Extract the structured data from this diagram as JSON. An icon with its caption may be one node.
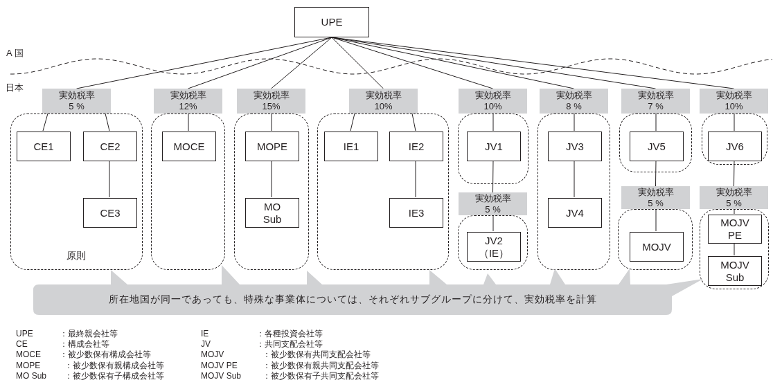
{
  "diagram": {
    "nodes": [
      {
        "text": [
          "UPE"
        ]
      },
      {
        "text": [
          "実効税率 5 %"
        ]
      },
      {
        "text": [
          "原則"
        ]
      },
      {
        "text": [
          "CE1"
        ],
        "in": 2
      },
      {
        "text": [
          "CE2"
        ],
        "in": 2
      },
      {
        "text": [
          "CE3"
        ],
        "in": 2
      },
      {
        "text": [
          "実効税率 12%"
        ]
      },
      {
        "text": [],
        "shape": "box"
      },
      {
        "text": [
          "MOCE"
        ],
        "in": 7
      },
      {
        "text": [
          "実効税率 15%"
        ]
      },
      {
        "text": [],
        "shape": "box"
      },
      {
        "text": [
          "MOPE"
        ],
        "in": 10
      },
      {
        "text": [
          "MO Sub"
        ],
        "in": 10
      },
      {
        "text": [
          "実効税率 10%"
        ]
      },
      {
        "text": [],
        "shape": "box"
      },
      {
        "text": [
          "IE1"
        ],
        "in": 14
      },
      {
        "text": [
          "IE2"
        ],
        "in": 14
      },
      {
        "text": [
          "IE3"
        ],
        "in": 14
      },
      {
        "text": [
          "実効税率 10%"
        ]
      },
      {
        "text": [],
        "shape": "box"
      },
      {
        "text": [
          "JV1"
        ],
        "in": 19
      },
      {
        "text": [
          "実効税率 5 %"
        ]
      },
      {
        "text": [],
        "shape": "box"
      },
      {
        "text": [
          "JV2 （IE）"
        ],
        "in": 22
      },
      {
        "text": [
          "実効税率 8 %"
        ]
      },
      {
        "text": [],
        "shape": "box"
      },
      {
        "text": [
          "JV3"
        ],
        "in": 25
      },
      {
        "text": [
          "JV4"
        ],
        "in": 25
      },
      {
        "text": [
          "実効税率 7 %"
        ]
      },
      {
        "text": [],
        "shape": "box"
      },
      {
        "text": [
          "JV5"
        ],
        "in": 29
      },
      {
        "text": [
          "実効税率 5 %"
        ]
      },
      {
        "text": [],
        "shape": "box"
      },
      {
        "text": [
          "MOJV"
        ],
        "in": 32
      },
      {
        "text": [
          "実効税率 10%"
        ]
      },
      {
        "text": [],
        "shape": "box"
      },
      {
        "text": [
          "JV6"
        ],
        "in": 35
      },
      {
        "text": [
          "実効税率 5 %"
        ]
      },
      {
        "text": [],
        "shape": "box"
      },
      {
        "text": [
          "MOJV PE"
        ],
        "in": 38
      },
      {
        "text": [
          "MOJV Sub"
        ],
        "in": 38
      },
      {
        "text": [
          "所在地国が同一であっても、特殊な事業体については、それぞれサブグループに分けて、実効税率を計算"
        ]
      }
    ],
    "edges": [
      {
        "from": 0,
        "to": 1,
        "arrow": "none"
      },
      {
        "from": 0,
        "to": 6,
        "arrow": "none"
      },
      {
        "from": 0,
        "to": 9,
        "arrow": "none"
      },
      {
        "from": 0,
        "to": 13,
        "arrow": "none"
      },
      {
        "from": 0,
        "to": 18,
        "arrow": "none"
      },
      {
        "from": 0,
        "to": 24,
        "arrow": "none"
      },
      {
        "from": 0,
        "to": 28,
        "arrow": "none"
      },
      {
        "from": 0,
        "to": 34,
        "arrow": "none"
      },
      {
        "from": 1,
        "to": 3,
        "arrow": "none"
      },
      {
        "from": 1,
        "to": 4,
        "arrow": "none"
      },
      {
        "from": 6,
        "to": 8,
        "arrow": "none"
      },
      {
        "from": 9,
        "to": 11,
        "arrow": "none"
      },
      {
        "from": 13,
        "to": 15,
        "arrow": "none"
      },
      {
        "from": 13,
        "to": 16,
        "arrow": "none"
      },
      {
        "from": 18,
        "to": 20,
        "arrow": "none"
      },
      {
        "from": 24,
        "to": 26,
        "arrow": "none"
      },
      {
        "from": 28,
        "to": 30,
        "arrow": "none"
      },
      {
        "from": 34,
        "to": 36,
        "arrow": "none"
      },
      {
        "from": 4,
        "to": 5,
        "arrow": "none"
      },
      {
        "from": 11,
        "to": 12,
        "arrow": "none"
      },
      {
        "from": 16,
        "to": 17,
        "arrow": "none"
      },
      {
        "from": 20,
        "to": 21,
        "arrow": "none"
      },
      {
        "from": 21,
        "to": 23,
        "arrow": "none"
      },
      {
        "from": 26,
        "to": 27,
        "arrow": "none"
      },
      {
        "from": 30,
        "to": 31,
        "arrow": "none"
      },
      {
        "from": 31,
        "to": 33,
        "arrow": "none"
      },
      {
        "from": 36,
        "to": 37,
        "arrow": "none"
      },
      {
        "from": 37,
        "to": 39,
        "arrow": "none"
      },
      {
        "from": 39,
        "to": 40,
        "arrow": "none"
      }
    ],
    "labels": [
      "A 国",
      "日本",
      "UPE",
      "：最終親会社等",
      "IE",
      "：各種投資会社等",
      "CE",
      "：構成会社等",
      "JV",
      "：共同支配会社等",
      "MOCE",
      "：被少数保有構成会社等",
      "MOJV",
      "：被少数保有共同支配会社等",
      "MOPE",
      "：被少数保有親構成会社等",
      "MOJV PE",
      "：被少数保有親共同支配会社等",
      "MO Sub",
      "：被少数保有子構成会社等",
      "MOJV Sub",
      "：被少数保有子共同支配会社等"
    ]
  }
}
